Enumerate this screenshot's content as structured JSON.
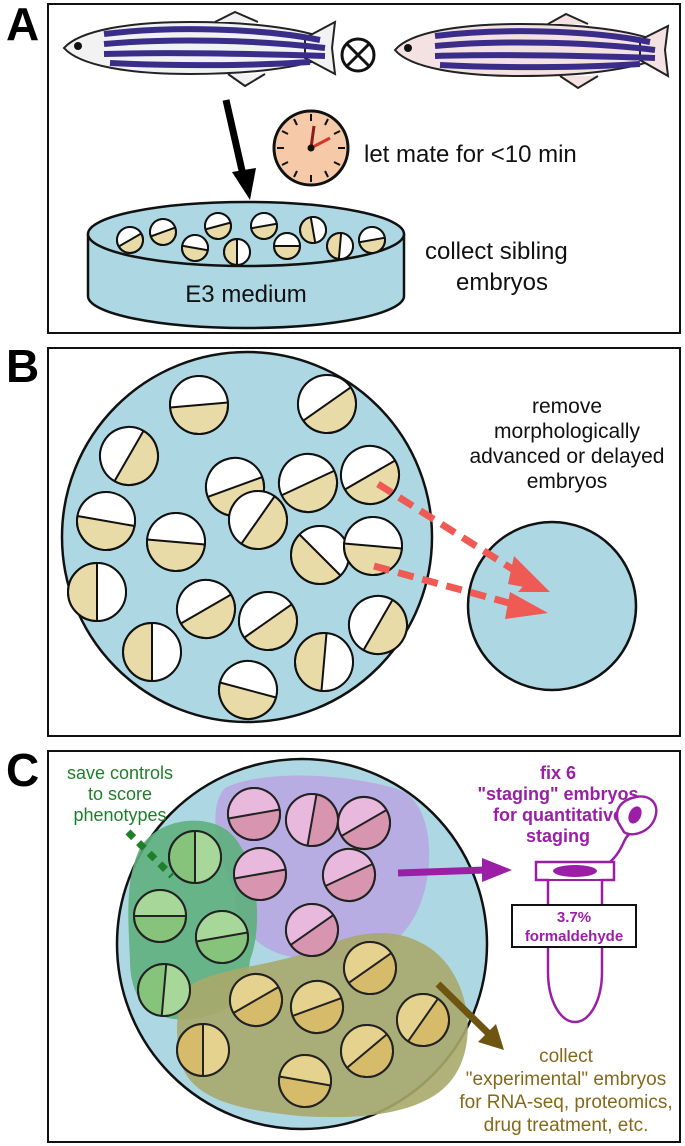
{
  "panels": {
    "a": {
      "letter": "A",
      "mate_text": "let mate for <10 min",
      "dish_label": "E3 medium",
      "collect_text_line1": "collect sibling",
      "collect_text_line2": "embryos"
    },
    "b": {
      "letter": "B",
      "remove_text_lines": [
        "remove",
        "morphologically",
        "advanced or delayed",
        "embryos"
      ]
    },
    "c": {
      "letter": "C",
      "controls_text_lines": [
        "save controls",
        "to score",
        "phenotypes"
      ],
      "staging_text_lines": [
        "fix 6",
        "\"staging\" embryos",
        "for quantitative",
        "staging"
      ],
      "fixative_line1": "3.7%",
      "fixative_line2": "formaldehyde",
      "experimental_text_lines": [
        "collect",
        "\"experimental\" embryos",
        "for RNA-seq, proteomics,",
        "drug treatment, etc."
      ]
    }
  },
  "icons": [
    "zebrafish-icon",
    "cross-symbol-icon",
    "clock-icon",
    "petri-dish-icon",
    "embryo-icon",
    "arrow-icon",
    "microtube-icon"
  ],
  "colors": {
    "medium_blue": "#add8e3",
    "yolk": "#e9dba8",
    "arrow_red": "#ef5a55",
    "control_green": "#1e7f2a",
    "staging_purple": "#9a1fa6",
    "experimental_olive": "#85691a"
  }
}
